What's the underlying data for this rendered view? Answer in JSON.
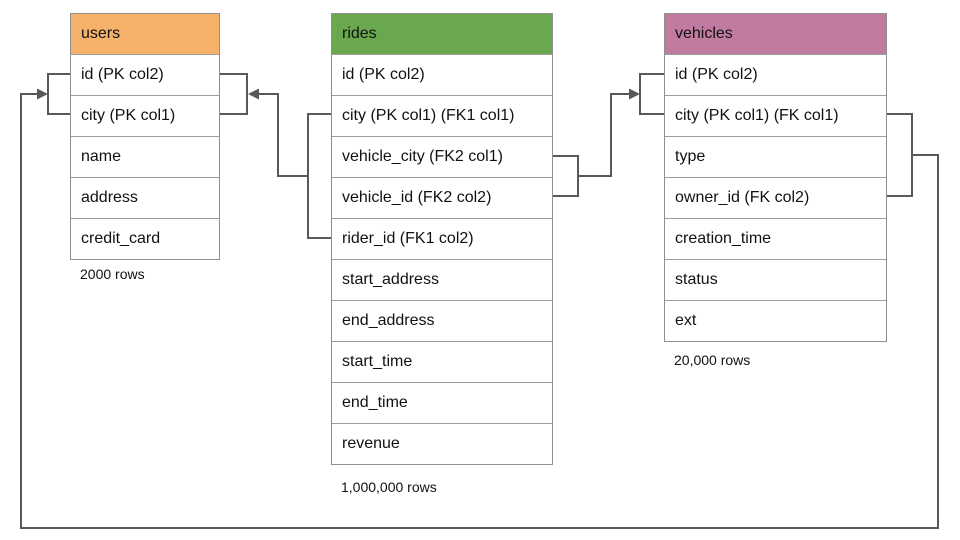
{
  "colors": {
    "users_header": "#F6B26B",
    "rides_header": "#6AA84F",
    "vehicles_header": "#C27BA0",
    "connector": "#595959",
    "cell_border": "#9E9E9E",
    "background": "#FFFFFF"
  },
  "tables": {
    "users": {
      "title": "users",
      "columns": [
        "id (PK col2)",
        "city (PK col1)",
        "name",
        "address",
        "credit_card"
      ],
      "row_count": "2000 rows"
    },
    "rides": {
      "title": "rides",
      "columns": [
        "id (PK col2)",
        "city (PK col1) (FK1 col1)",
        "vehicle_city (FK2 col1)",
        "vehicle_id (FK2 col2)",
        "rider_id (FK1 col2)",
        "start_address",
        "end_address",
        "start_time",
        "end_time",
        "revenue"
      ],
      "row_count": "1,000,000 rows"
    },
    "vehicles": {
      "title": "vehicles",
      "columns": [
        "id (PK col2)",
        "city (PK col1) (FK col1)",
        "type",
        "owner_id (FK col2)",
        "creation_time",
        "status",
        "ext"
      ],
      "row_count": "20,000 rows"
    }
  },
  "relationships": [
    {
      "name": "rides-to-users",
      "from_table": "rides",
      "from_columns": [
        "city (FK1 col1)",
        "rider_id (FK1 col2)"
      ],
      "to_table": "users",
      "to_columns": [
        "id (PK col2)",
        "city (PK col1)"
      ]
    },
    {
      "name": "rides-to-vehicles",
      "from_table": "rides",
      "from_columns": [
        "vehicle_city (FK2 col1)",
        "vehicle_id (FK2 col2)"
      ],
      "to_table": "vehicles",
      "to_columns": [
        "id (PK col2)",
        "city (PK col1)"
      ]
    },
    {
      "name": "vehicles-to-users",
      "from_table": "vehicles",
      "from_columns": [
        "city (FK col1)",
        "owner_id (FK col2)"
      ],
      "to_table": "users",
      "to_columns": [
        "id (PK col2)",
        "city (PK col1)"
      ]
    }
  ]
}
